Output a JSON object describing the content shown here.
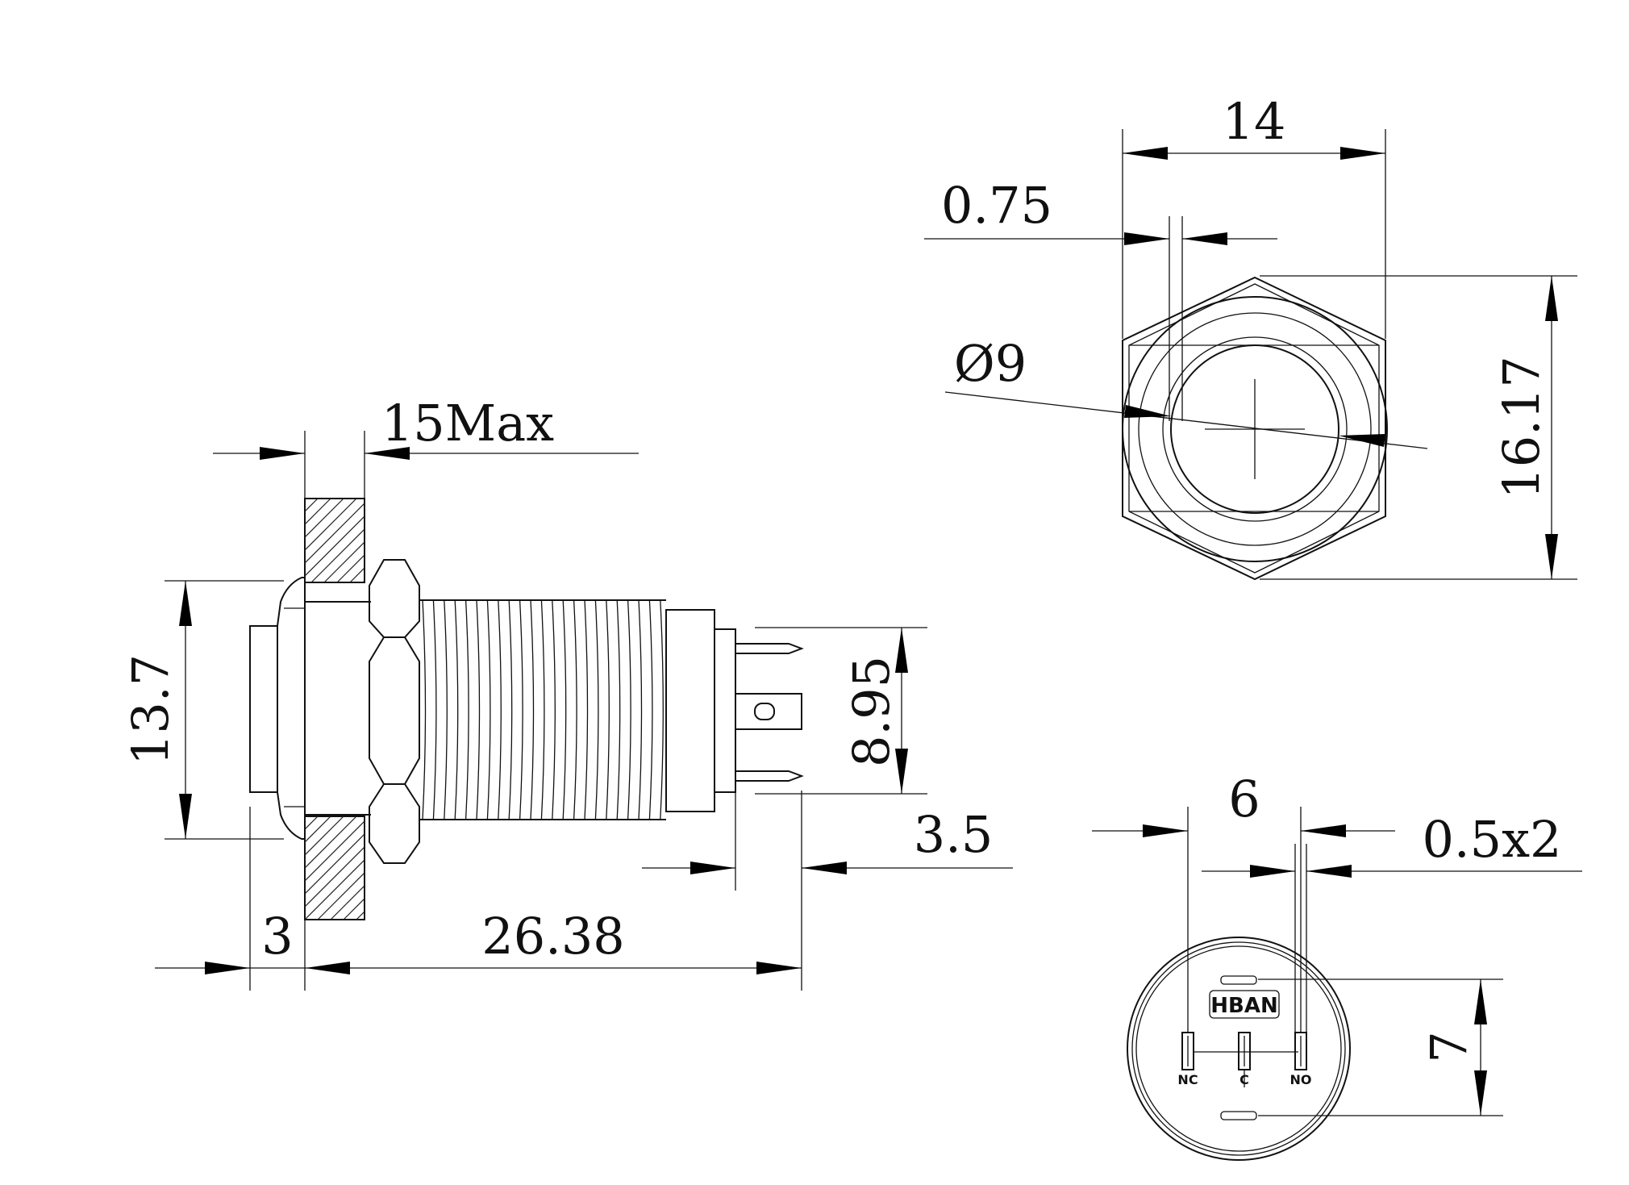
{
  "dimensions": {
    "side_flange_thickness": "15Max",
    "side_head_height": "13.7",
    "side_terminal_span": "8.95",
    "side_terminal_length": "3.5",
    "side_head_depth": "3",
    "side_body_length": "26.38",
    "top_width": "14",
    "top_ring": "0.75",
    "top_diameter": "Ø9",
    "top_height": "16.17",
    "bottom_pin_spacing": "6",
    "bottom_pin_size": "0.5x2",
    "bottom_height": "7"
  },
  "labels": {
    "brand": "HBAN",
    "pin_nc": "NC",
    "pin_c": "C",
    "pin_no": "NO"
  }
}
